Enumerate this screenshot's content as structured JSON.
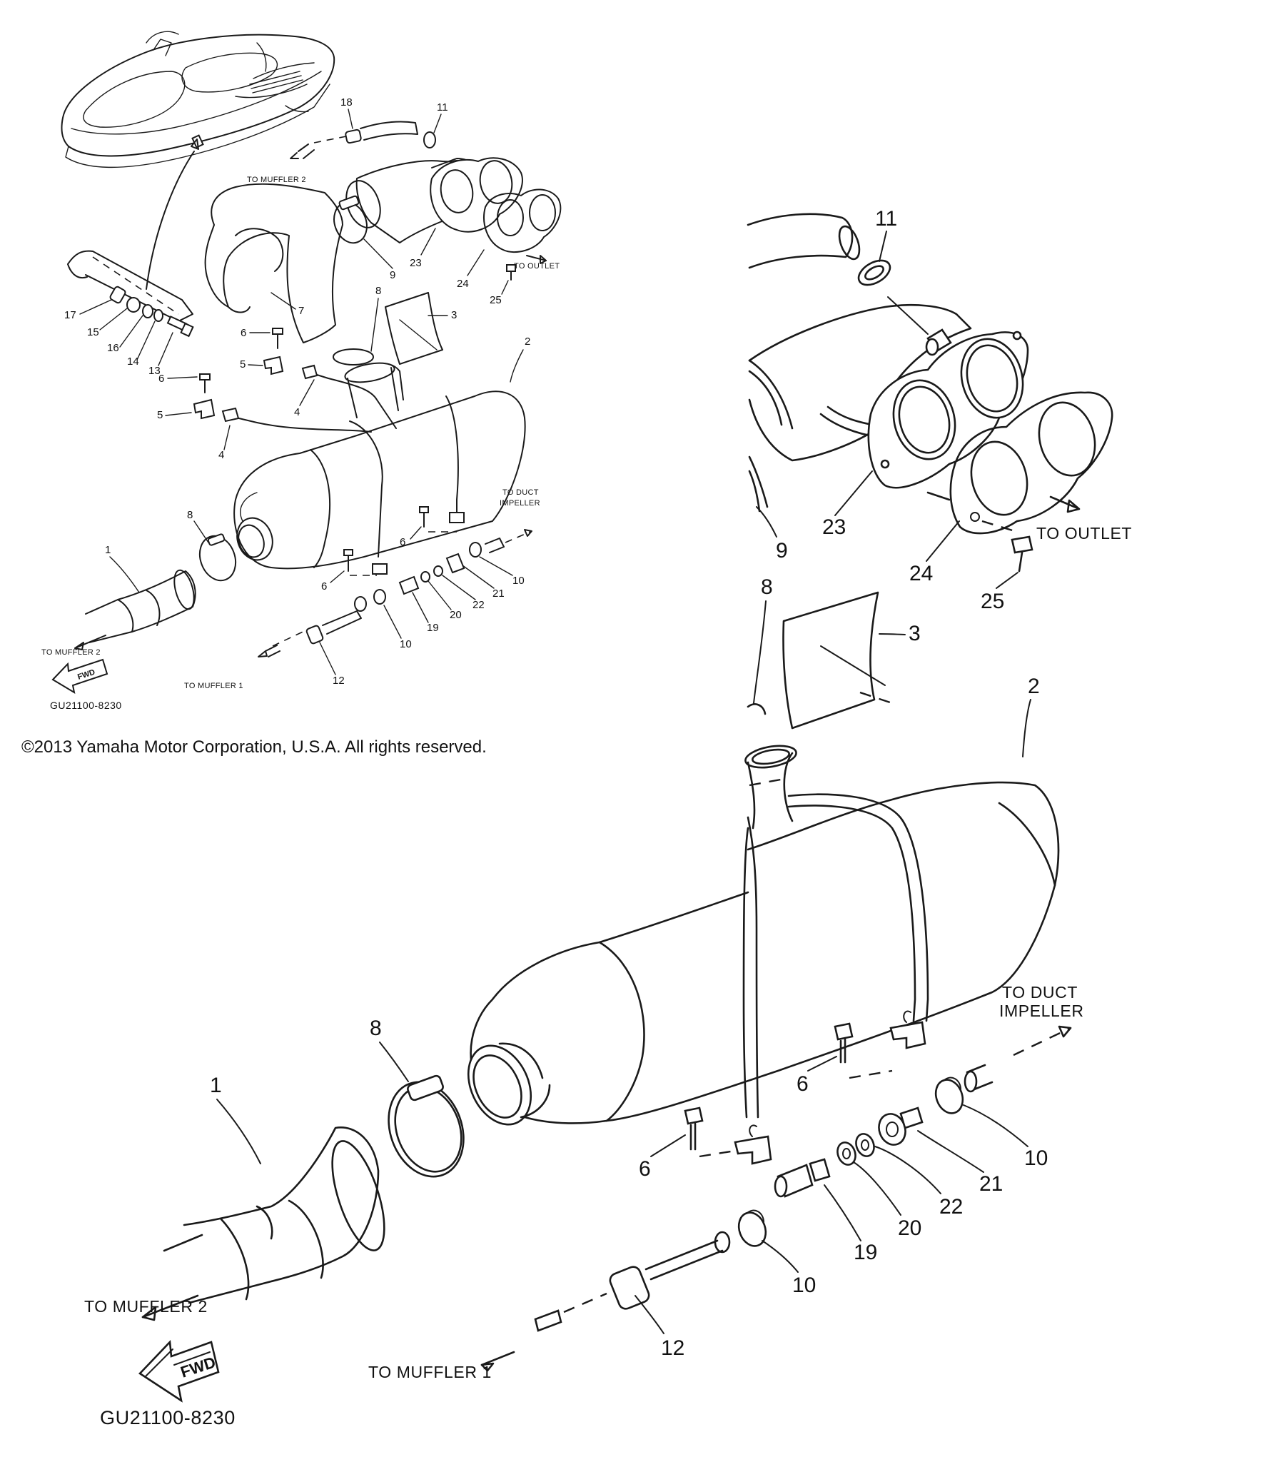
{
  "copyright": "©2013 Yamaha Motor Corporation, U.S.A. All rights reserved.",
  "diagram_code": "GU21100-8230",
  "fwd_label": "FWD",
  "destinations": {
    "to_muffler_1": "TO MUFFLER 1",
    "to_muffler_2": "TO MUFFLER 2",
    "to_outlet": "TO OUTLET",
    "to_duct_line1": "TO DUCT",
    "to_duct_line2": "IMPELLER"
  },
  "overview_callouts": [
    "1",
    "2",
    "3",
    "4",
    "4",
    "5",
    "5",
    "6",
    "6",
    "6",
    "6",
    "7",
    "8",
    "8",
    "9",
    "10",
    "10",
    "11",
    "12",
    "13",
    "14",
    "15",
    "16",
    "17",
    "18",
    "19",
    "20",
    "21",
    "22",
    "23",
    "24",
    "25"
  ],
  "detail_callouts": [
    "1",
    "2",
    "3",
    "6",
    "6",
    "8",
    "8",
    "9",
    "10",
    "10",
    "11",
    "12",
    "19",
    "20",
    "21",
    "22",
    "23",
    "24",
    "25"
  ],
  "colors": {
    "line": "#1a1a1a",
    "text": "#111111",
    "background": "#ffffff"
  }
}
